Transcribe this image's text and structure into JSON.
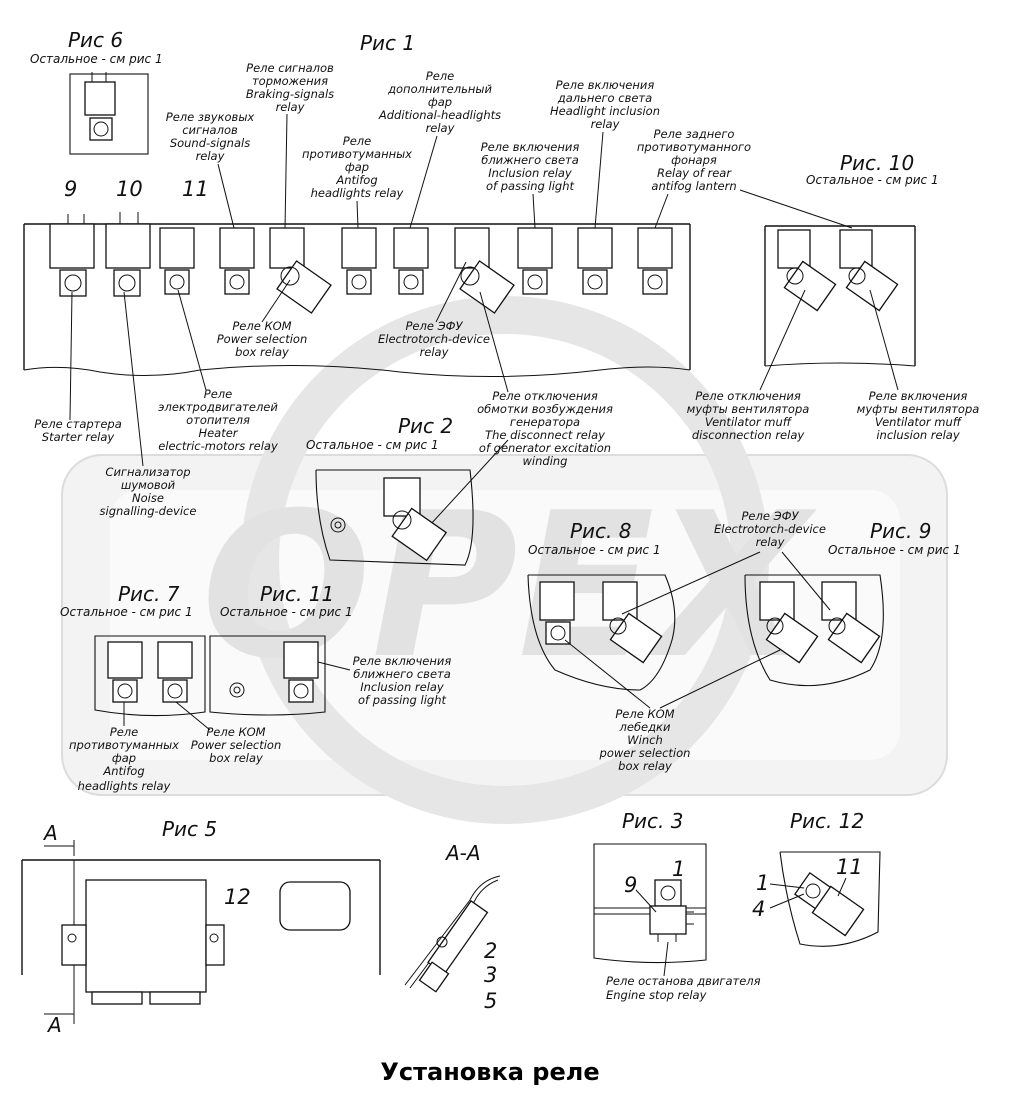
{
  "captions": {
    "fig1": "Рис 1",
    "fig2": "Рис 2",
    "fig3": "Рис. 3",
    "fig5": "Рис 5",
    "fig6": "Рис 6",
    "fig7": "Рис. 7",
    "fig8": "Рис. 8",
    "fig9": "Рис. 9",
    "fig10": "Рис. 10",
    "fig11": "Рис. 11",
    "fig12": "Рис. 12",
    "section_aa": "А-А",
    "section_arrow": "А",
    "rest_see_fig1": "Остальное - см  рис  1"
  },
  "title": "Установка реле",
  "watermark": "OPEX",
  "position_numbers": {
    "n9": "9",
    "n10": "10",
    "n11": "11",
    "n12": "12",
    "n1": "1",
    "n2": "2",
    "n3": "3",
    "n4": "4",
    "n5": "5"
  },
  "labels": {
    "braking": [
      "Реле сигналов",
      "торможения",
      "Braking-signals",
      "relay"
    ],
    "sound": [
      "Реле звуковых",
      "сигналов",
      "Sound-signals",
      "relay"
    ],
    "antifog": [
      "Реле",
      "противотуманных",
      "фар",
      "Antifog",
      "headlights relay"
    ],
    "additional": [
      "Реле",
      "дополнительный",
      "фар",
      "Additional-headlights",
      "relay"
    ],
    "passing": [
      "Реле включения",
      "ближнего света",
      "Inclusion relay",
      "of passing light"
    ],
    "far": [
      "Реле включения",
      "дальнего света",
      "Headlight inclusion",
      "relay"
    ],
    "rear_antifog": [
      "Реле заднего",
      "противотуманного",
      "фонаря",
      "Relay of rear",
      "antifog lantern"
    ],
    "kom": [
      "Реле КОМ",
      "Power selection",
      "box relay"
    ],
    "efu": [
      "Реле ЭФУ",
      "Electrotorch-device",
      "relay"
    ],
    "heater": [
      "Реле",
      "электродвигателей",
      "отопителя",
      "Heater",
      "electric-motors relay"
    ],
    "disconnect": [
      "Реле отключения",
      "обмотки возбуждения",
      "генератора",
      "The disconnect relay",
      "of generator excitation",
      "winding"
    ],
    "starter": [
      "Реле стартера",
      "Starter relay"
    ],
    "noise": [
      "Сигнализатор",
      "шумовой",
      "Noise",
      "signalling-device"
    ],
    "fan_off": [
      "Реле отключения",
      "муфты вентилятора",
      "Ventilator muff",
      "disconnection relay"
    ],
    "fan_on": [
      "Реле включения",
      "муфты вентилятора",
      "Ventilator muff",
      "inclusion relay"
    ],
    "efu2": [
      "Реле ЭФУ",
      "Electrotorch-device",
      "relay"
    ],
    "winch": [
      "Реле КОМ",
      "лебедки",
      "Winch",
      "power selection",
      "box relay"
    ],
    "passing2": [
      "Реле включения",
      "ближнего света",
      "Inclusion relay",
      "of passing light"
    ],
    "antifog2": [
      "Реле",
      "противотуманных",
      "фар",
      "Antifog",
      "headlights relay"
    ],
    "kom2": [
      "Реле КОМ",
      "Power selection",
      "box relay"
    ],
    "engine_stop": [
      "Реле останова двигателя",
      "Engine stop relay"
    ]
  }
}
